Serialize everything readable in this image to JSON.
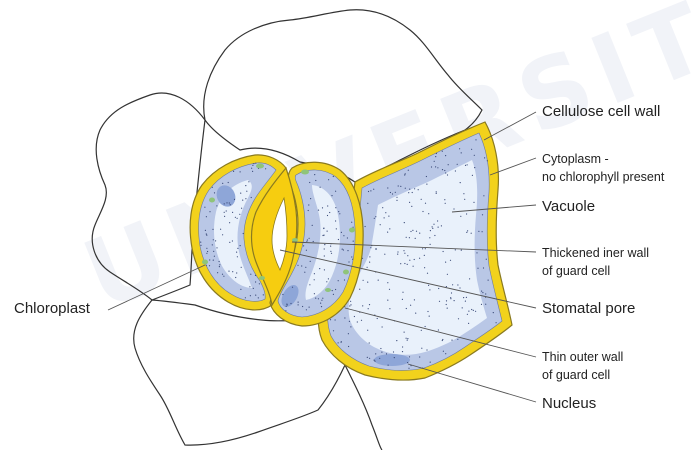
{
  "watermark": "UNIVERSITAS",
  "colors": {
    "wall": "#f2d21c",
    "wall_edge": "#8a7a20",
    "cytoplasm": "#b9c7e6",
    "vacuole": "#e9f1fb",
    "nucleus": "#8ea6d8",
    "chloroplast": "#8fc47a",
    "pore": "#f6cd10",
    "outline": "#333333",
    "leader": "#555555"
  },
  "labels": {
    "cellulose_wall": "Cellulose cell wall",
    "cytoplasm_line1": "Cytoplasm -",
    "cytoplasm_line2": "no chlorophyll present",
    "vacuole": "Vacuole",
    "thick_wall_line1": "Thickened iner wall",
    "thick_wall_line2": "of guard cell",
    "stomatal_pore": "Stomatal pore",
    "thin_wall_line1": "Thin outer wall",
    "thin_wall_line2": "of guard cell",
    "nucleus": "Nucleus",
    "chloroplast": "Chloroplast"
  }
}
